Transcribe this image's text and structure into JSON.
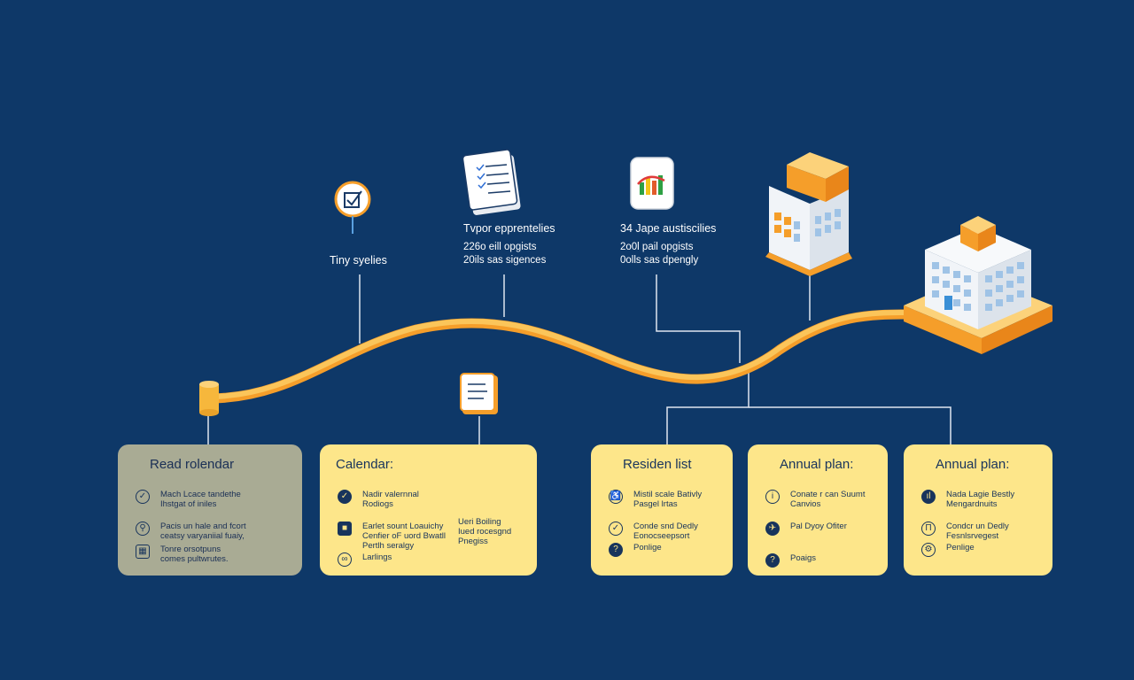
{
  "colors": {
    "background": "#0e3868",
    "path": "#f6b73c",
    "card_yellow": "#fde68a",
    "card_grey": "#a9ab94",
    "accent_orange": "#f59e2a"
  },
  "milestones": [
    {
      "title": "Tiny syelies",
      "lines": [],
      "icon": "checkbox-badge-icon"
    },
    {
      "title": "Tvpor epprentelies",
      "lines": [
        "226o eill opgists",
        "20ils sas sigences"
      ],
      "icon": "checklist-document-icon"
    },
    {
      "title": "34 Jape austiscilies",
      "lines": [
        "2o0l pail opgists",
        "0olls sas dpengly"
      ],
      "icon": "bar-chart-icon"
    }
  ],
  "cards": [
    {
      "title": "Read rolendar",
      "rows": [
        {
          "icon": "check-circle-icon",
          "lines": [
            "Mach Lcace tandethe",
            "Ihstgat of iniles"
          ]
        },
        {
          "icon": "people-icon",
          "lines": [
            "Pacis un hale and fcort",
            "ceatsy varyaniial fuaiy,"
          ]
        },
        {
          "icon": "grid-icon",
          "lines": [
            "Tonre orsotpuns",
            "comes pultwrutes."
          ]
        }
      ]
    },
    {
      "title": "Calendar:",
      "rows": [
        {
          "icon": "check-circle-icon",
          "lines": [
            "Nadir valernnal",
            "Rodiogs"
          ]
        },
        {
          "icon": "lock-icon",
          "lines": [
            "Earlet sount Loauichy",
            "Cenfier oF uord Bwatll",
            "Pertlh seralgy"
          ]
        },
        {
          "icon": "link-icon",
          "lines": [
            "Larlings"
          ]
        }
      ],
      "side": [
        "Ueri Boiling",
        "Iued rocesgnd",
        "Pnegiss"
      ]
    },
    {
      "title": "Residen list",
      "rows": [
        {
          "icon": "accessibility-icon",
          "lines": [
            "Mistil scale Bativly",
            "Pasgel lrtas"
          ]
        },
        {
          "icon": "check-circle-icon",
          "lines": [
            "Conde snd Dedly",
            "Eonocseepsort"
          ]
        },
        {
          "icon": "help-circle-icon",
          "lines": [
            "Ponlige"
          ]
        }
      ]
    },
    {
      "title": "Annual plan:",
      "rows": [
        {
          "icon": "info-circle-icon",
          "lines": [
            "Conate r can Suumt",
            "Canvios"
          ]
        },
        {
          "icon": "share-icon",
          "lines": [
            "Pal Dyoy Ofiter"
          ]
        },
        {
          "icon": "help-circle-icon",
          "lines": [
            "Poaigs"
          ]
        }
      ]
    },
    {
      "title": "Annual plan:",
      "rows": [
        {
          "icon": "stats-icon",
          "lines": [
            "Nada Lagie Bestly",
            "Mengardnuits"
          ]
        },
        {
          "icon": "bar-icon",
          "lines": [
            "Condcr un Dedly",
            "Fesnlsrvegest"
          ]
        },
        {
          "icon": "settings-icon",
          "lines": [
            "Penlige"
          ]
        }
      ]
    }
  ]
}
